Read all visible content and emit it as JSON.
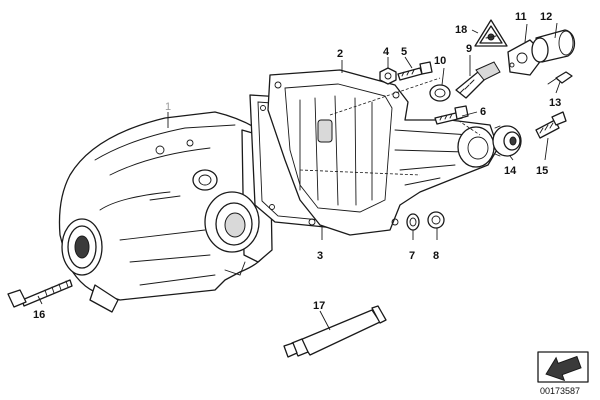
{
  "diagram": {
    "type": "exploded-parts-diagram",
    "callouts": [
      {
        "id": "1",
        "label": "1"
      },
      {
        "id": "2",
        "label": "2"
      },
      {
        "id": "3",
        "label": "3"
      },
      {
        "id": "4",
        "label": "4"
      },
      {
        "id": "5",
        "label": "5"
      },
      {
        "id": "6",
        "label": "6"
      },
      {
        "id": "7",
        "label": "7"
      },
      {
        "id": "8",
        "label": "8"
      },
      {
        "id": "9",
        "label": "9"
      },
      {
        "id": "10",
        "label": "10"
      },
      {
        "id": "11",
        "label": "11"
      },
      {
        "id": "12",
        "label": "12"
      },
      {
        "id": "13",
        "label": "13"
      },
      {
        "id": "14",
        "label": "14"
      },
      {
        "id": "15",
        "label": "15"
      },
      {
        "id": "16",
        "label": "16"
      },
      {
        "id": "17",
        "label": "17"
      },
      {
        "id": "18",
        "label": "18"
      }
    ],
    "document_number": "00173587",
    "warning_symbol": "triangle-warning-icon",
    "orientation_symbol": "direction-arrow-icon",
    "colors": {
      "line": "#1a1a1a",
      "background": "#ffffff",
      "faded_label": "#9a9a9a"
    }
  }
}
